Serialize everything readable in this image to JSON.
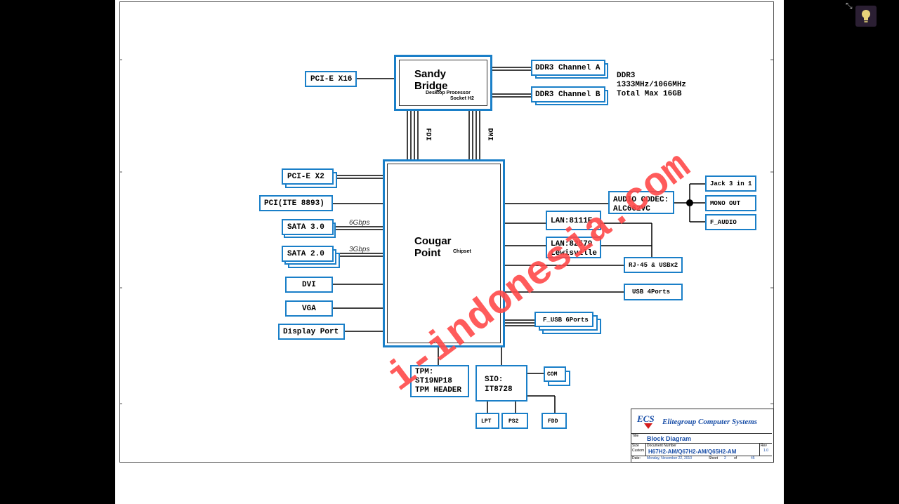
{
  "cpu": {
    "line1": "Sandy",
    "line2": "Bridge",
    "sub1": "Desktop Processor",
    "sub2": "Socket H2"
  },
  "pcie_x16": "PCI-E X16",
  "ddr_a": "DDR3 Channel A",
  "ddr_b": "DDR3 Channel B",
  "ddr_note": {
    "l1": "DDR3",
    "l2": "1333MHz/1066MHz",
    "l3": "Total Max 16GB"
  },
  "links": {
    "fdi": "FDI",
    "dmi": "DMI"
  },
  "pch": {
    "line1": "Cougar",
    "line2": "Point",
    "sub": "Chipset"
  },
  "left_blocks": {
    "pcie_x2": "PCI-E X2",
    "pci": "PCI(ITE 8893)",
    "sata3": "SATA 3.0",
    "sata3_speed": "6Gbps",
    "sata2": "SATA 2.0",
    "sata2_speed": "3Gbps",
    "dvi": "DVI",
    "vga": "VGA",
    "dp": "Display Port"
  },
  "right_blocks": {
    "audio_l1": "AUDIO CODEC:",
    "audio_l2": "ALC662VC",
    "jack": "Jack 3 in 1",
    "mono": "MONO OUT",
    "faudio": "F_AUDIO",
    "lan1": "LAN:8111E",
    "lan2_l1": "LAN:82579",
    "lan2_l2": "Lewisville",
    "rj45": "RJ-45 & USBx2",
    "usb4": "USB 4Ports",
    "fusb": "F_USB 6Ports"
  },
  "bottom_blocks": {
    "tpm_l1": "TPM:",
    "tpm_l2": "ST19NP18",
    "tpm_l3": "TPM HEADER",
    "sio_l1": "SIO:",
    "sio_l2": "IT8728",
    "com": "COM",
    "lpt": "LPT",
    "ps2": "PS2",
    "fdd": "FDD"
  },
  "title_block": {
    "logo": "ECS",
    "company": "Elitegroup Computer Systems",
    "title_hdr": "Title",
    "title": "Block Diagram",
    "size_hdr": "Size",
    "size": "Custom",
    "docnum_hdr": "Document Number",
    "docnum": "H67H2-AM/Q67H2-AM/Q65H2-AM",
    "rev_hdr": "Rev",
    "rev": "1.0",
    "date_hdr": "Date:",
    "date": "Monday, November 22, 2010",
    "sheet_hdr": "Sheet",
    "sheet": "2",
    "of": "of",
    "total": "45"
  },
  "watermark": "i-indonesia.com",
  "colors": {
    "block_border": "#1a7fc8",
    "watermark": "#ff4a4a",
    "background": "#000000"
  }
}
